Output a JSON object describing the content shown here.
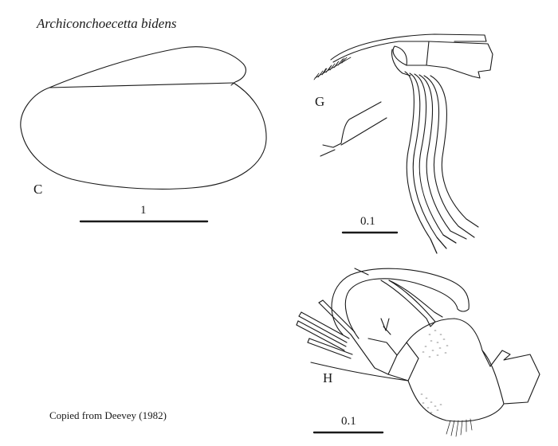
{
  "figure": {
    "title": "Archiconchoecetta bidens",
    "caption": "Copied from Deevey (1982)",
    "panels": [
      {
        "id": "C",
        "label": "C",
        "description": "carapace outline, lateral view",
        "scale_bar_label": "1"
      },
      {
        "id": "G",
        "label": "G",
        "description": "appendage with long curved setae and detail of claw",
        "scale_bar_label": "0.1"
      },
      {
        "id": "H",
        "label": "H",
        "description": "appendage with setae and hairy basal segment",
        "scale_bar_label": "0.1"
      }
    ]
  },
  "colors": {
    "background": "#ffffff",
    "ink": "#1a1a1a"
  }
}
